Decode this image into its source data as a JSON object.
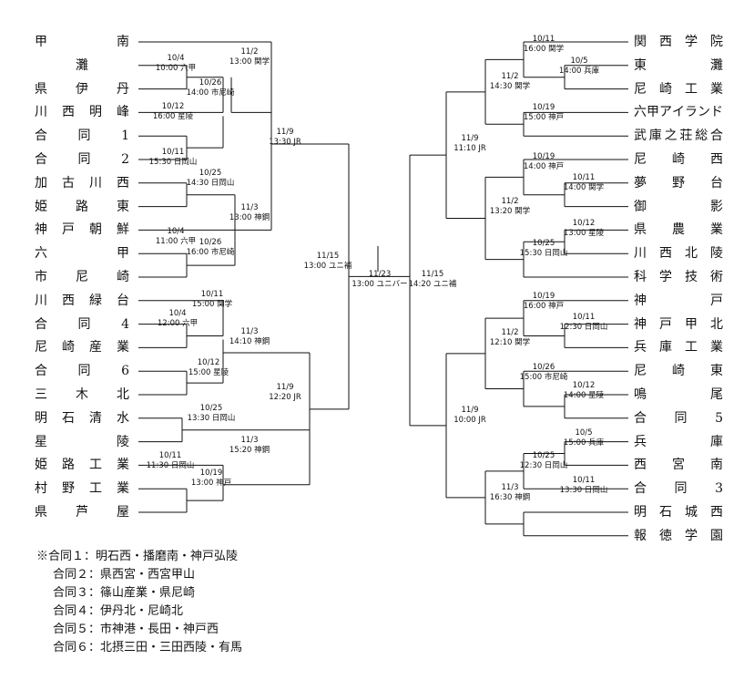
{
  "left_teams": [
    "甲南",
    "灘",
    "県伊丹",
    "川西明峰",
    "合同1",
    "合同2",
    "加古川西",
    "姫路東",
    "神戸朝鮮",
    "六甲",
    "市尼崎",
    "川西緑台",
    "合同4",
    "尼崎産業",
    "合同6",
    "三木北",
    "明石清水",
    "星陵",
    "姫路工業",
    "村野工業",
    "県芦屋"
  ],
  "right_teams": [
    "関西学院",
    "東灘",
    "尼崎工業",
    "六甲アイランド",
    "武庫之荘総合",
    "尼崎西",
    "夢野台",
    "御影",
    "県農業",
    "川西北陵",
    "科学技術",
    "神戸",
    "神戸甲北",
    "兵庫工業",
    "尼崎東",
    "鳴尾",
    "合同5",
    "兵庫",
    "西宮南",
    "合同3",
    "明石城西",
    "報徳学園"
  ],
  "matches": {
    "L1": {
      "date": "10/4",
      "info": "10:00 六甲"
    },
    "L2": {
      "date": "10/12",
      "info": "16:00 星陵"
    },
    "L3": {
      "date": "10/11",
      "info": "15:30 日岡山"
    },
    "L4": {
      "date": "10/4",
      "info": "11:00 六甲"
    },
    "L5": {
      "date": "10/4",
      "info": "12:00 六甲"
    },
    "L6": {
      "date": "10/11",
      "info": "15:00 関学"
    },
    "L7": {
      "date": "10/12",
      "info": "15:00 星陵"
    },
    "L8": {
      "date": "10/25",
      "info": "13:30 日岡山"
    },
    "L9": {
      "date": "10/11",
      "info": "11:30 日岡山"
    },
    "L10": {
      "date": "10/19",
      "info": "13:00 神戸"
    },
    "L11": {
      "date": "11/2",
      "info": "13:00 関学"
    },
    "L12": {
      "date": "10/26",
      "info": "14:00 市尼崎"
    },
    "L13": {
      "date": "10/25",
      "info": "14:30 日岡山"
    },
    "L14": {
      "date": "10/26",
      "info": "16:00 市尼崎"
    },
    "L15": {
      "date": "11/3",
      "info": "13:00 神鋼"
    },
    "L16": {
      "date": "11/3",
      "info": "14:10 神鋼"
    },
    "L17": {
      "date": "11/3",
      "info": "15:20 神鋼"
    },
    "L18": {
      "date": "11/9",
      "info": "13:30 JR"
    },
    "L19": {
      "date": "11/9",
      "info": "12:20 JR"
    },
    "L20": {
      "date": "11/15",
      "info": "13:00 ユニ補"
    },
    "F": {
      "date": "11/23",
      "info": "13:00 ユニバー"
    },
    "R20": {
      "date": "11/15",
      "info": "14:20 ユニ補"
    },
    "R1": {
      "date": "10/5",
      "info": "14:00 兵庫"
    },
    "R2": {
      "date": "10/11",
      "info": "16:00 関学"
    },
    "R3": {
      "date": "10/19",
      "info": "15:00 神戸"
    },
    "R4": {
      "date": "11/2",
      "info": "14:30 関学"
    },
    "R5": {
      "date": "10/11",
      "info": "14:00 関学"
    },
    "R6": {
      "date": "10/19",
      "info": "14:00 神戸"
    },
    "R7": {
      "date": "10/12",
      "info": "13:00 星陵"
    },
    "R8": {
      "date": "10/25",
      "info": "15:30 日岡山"
    },
    "R9": {
      "date": "11/2",
      "info": "13:20 関学"
    },
    "R10": {
      "date": "11/9",
      "info": "11:10 JR"
    },
    "R11": {
      "date": "10/11",
      "info": "12:30 日岡山"
    },
    "R12": {
      "date": "10/19",
      "info": "16:00 神戸"
    },
    "R13": {
      "date": "10/12",
      "info": "14:00 星陵"
    },
    "R14": {
      "date": "10/26",
      "info": "15:00 市尼崎"
    },
    "R15": {
      "date": "11/2",
      "info": "12:10 関学"
    },
    "R16": {
      "date": "10/5",
      "info": "15:00 兵庫"
    },
    "R17": {
      "date": "10/25",
      "info": "12:30 日岡山"
    },
    "R18": {
      "date": "10/11",
      "info": "13:30 日岡山"
    },
    "R19": {
      "date": "11/3",
      "info": "16:30 神鋼"
    },
    "R21": {
      "date": "11/9",
      "info": "10:00 JR"
    }
  },
  "notes": [
    "※合同１：明石西・播磨南・神戸弘陵",
    "合同２：県西宮・西宮甲山",
    "合同３：篠山産業・県尼崎",
    "合同４：伊丹北・尼崎北",
    "合同５：市神港・長田・神戸西",
    "合同６：北摂三田・三田西陵・有馬"
  ],
  "colors": {
    "line": "#111111",
    "text": "#111111",
    "background": "#ffffff"
  }
}
